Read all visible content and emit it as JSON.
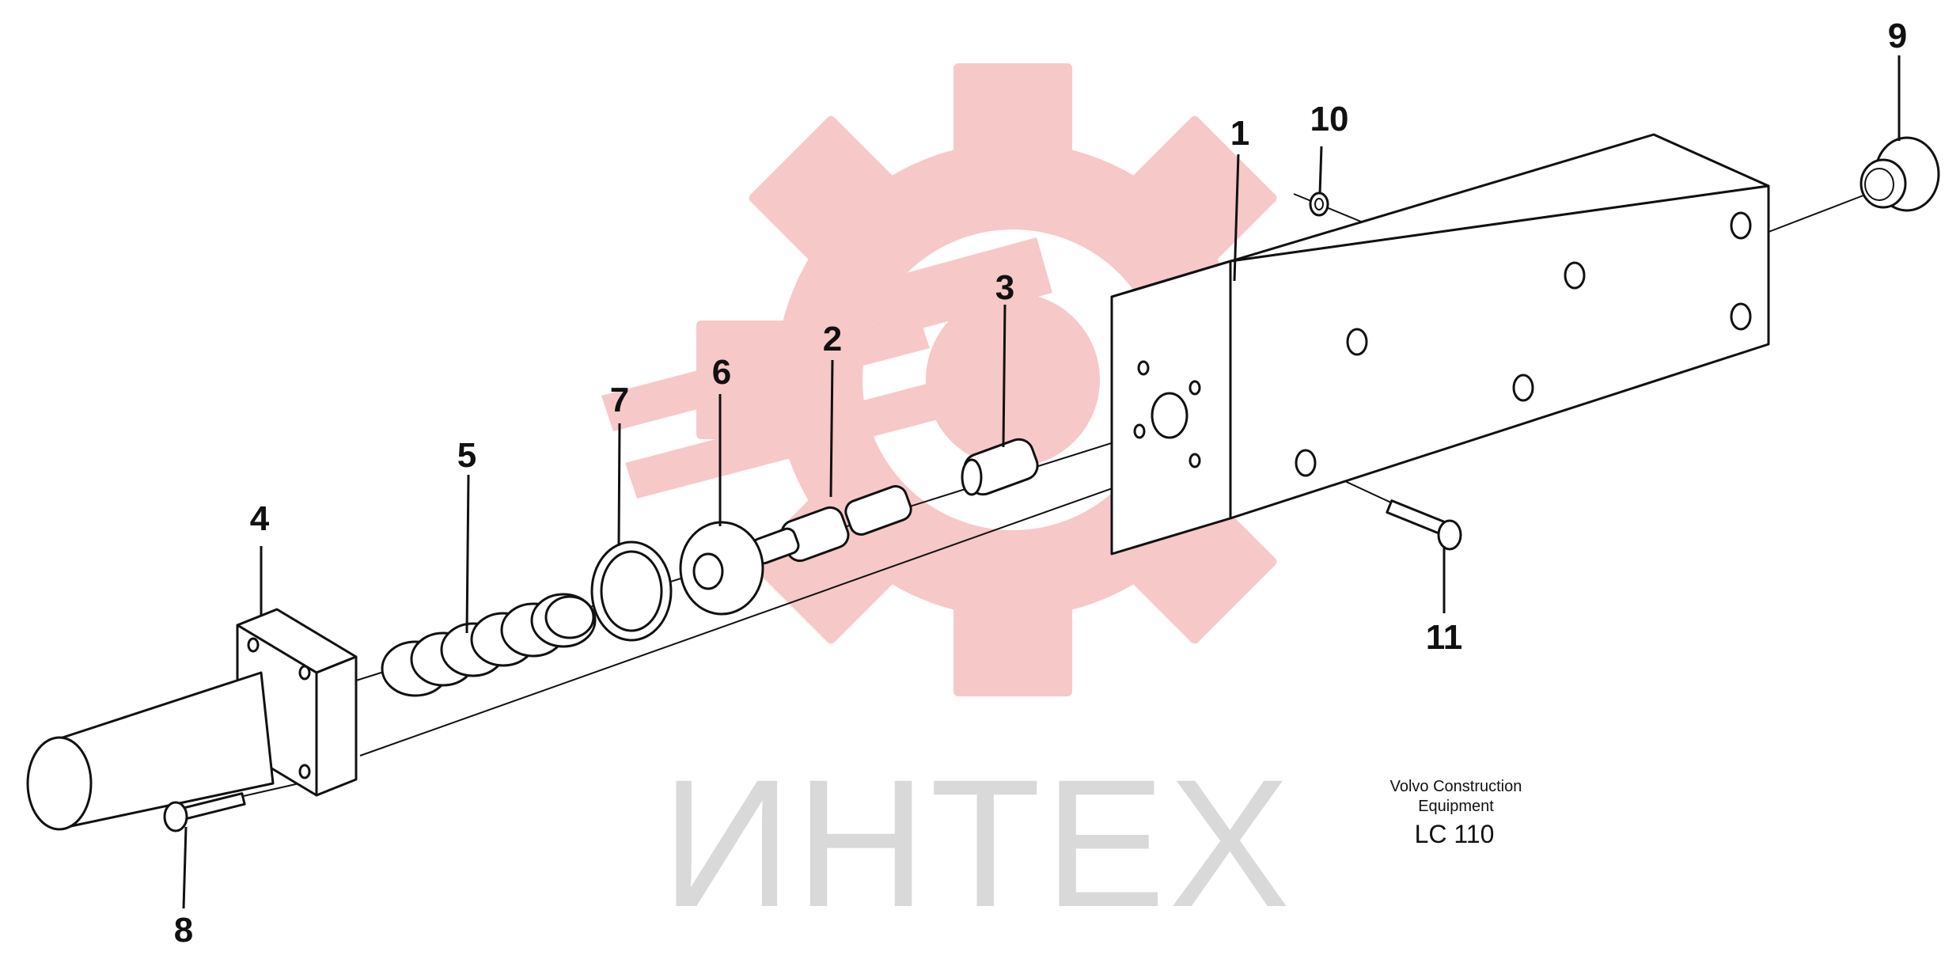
{
  "watermark": {
    "text": "ИНТЕХ",
    "gear_color": "#f7c6c6",
    "text_color": "#d9d9d9"
  },
  "caption": {
    "line1": "Volvo Construction",
    "line2": "Equipment",
    "model": "LC 110"
  },
  "callouts": [
    "1",
    "2",
    "3",
    "4",
    "5",
    "6",
    "7",
    "8",
    "9",
    "10",
    "11"
  ]
}
